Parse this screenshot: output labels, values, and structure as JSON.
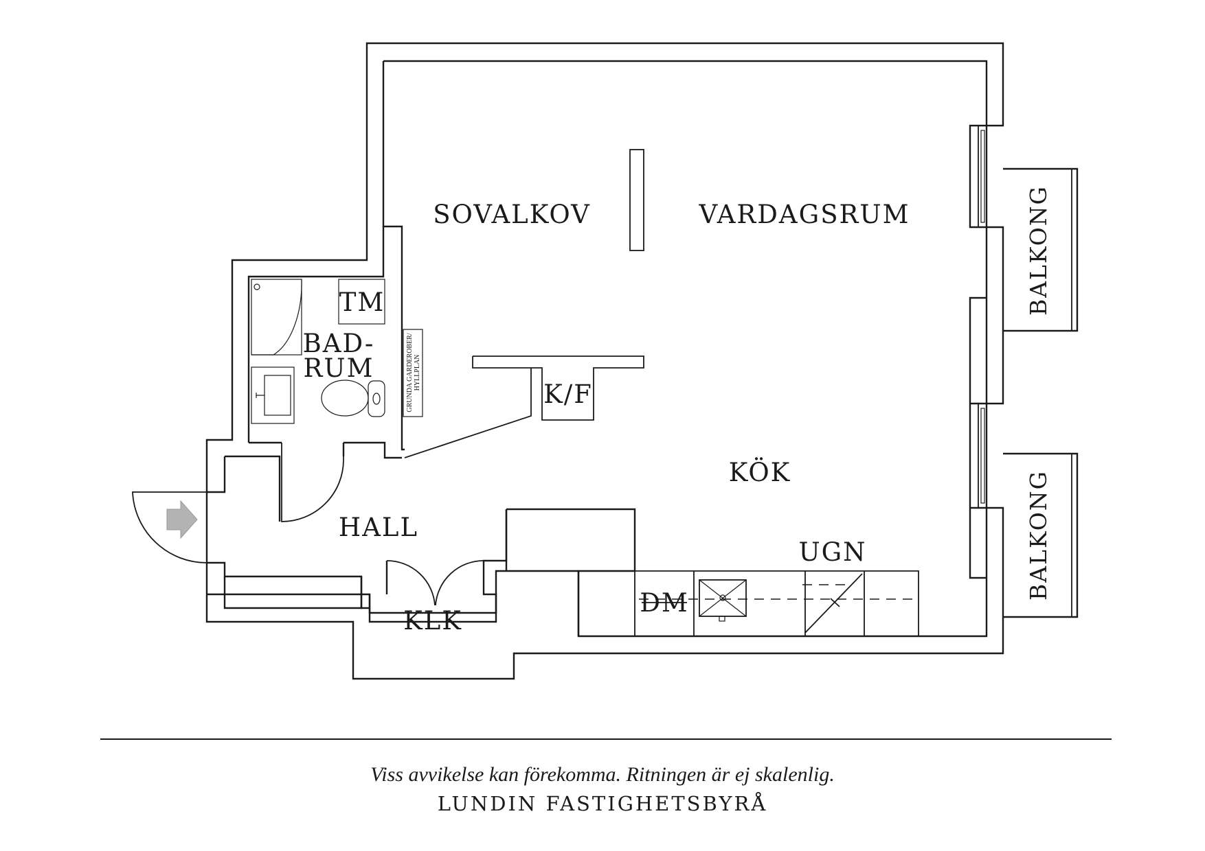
{
  "rooms": {
    "sovalkov": "SOVALKOV",
    "vardagsrum": "VARDAGSRUM",
    "kok": "KÖK",
    "hall": "HALL",
    "badrum_line1": "BAD-",
    "badrum_line2": "RUM",
    "balkong_1": "BALKONG",
    "balkong_2": "BALKONG"
  },
  "fixtures": {
    "tm": "TM",
    "kf": "K/F",
    "klk": "KLK",
    "dm": "DM",
    "ugn": "UGN",
    "shelf_line1": "GRUNDA GARDEROBER/",
    "shelf_line2": "HYLLPLAN"
  },
  "footer": {
    "disclaimer": "Viss avvikelse kan förekomma. Ritningen är ej skalenlig.",
    "company": "LUNDIN FASTIGHETSBYRÅ"
  }
}
